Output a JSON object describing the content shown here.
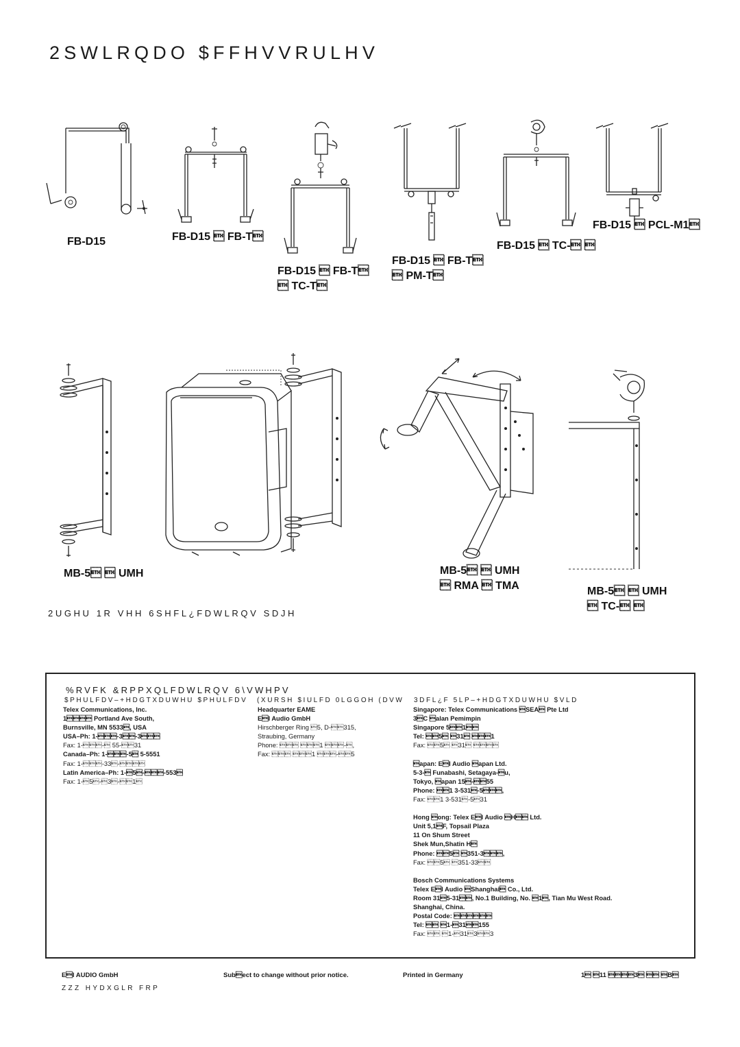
{
  "page": {
    "title": "2SWLRQDO $FFHVVRULHV"
  },
  "top_figures": [
    {
      "label_lines": [
        "FB-D15"
      ]
    },
    {
      "label_lines": [
        "FB-D15 \u0003 FB-T\u0003"
      ]
    },
    {
      "label_lines": [
        "FB-D15 \u0003 FB-T\u0003",
        "\u0003 TC-T\u0003"
      ]
    },
    {
      "label_lines": [
        "FB-D15 \u0003 FB-T\u0003",
        "\u0003 PM-T\u0003"
      ]
    },
    {
      "label_lines": [
        "FB-D15 \u0003 TC-\u0003 \u0003"
      ]
    },
    {
      "label_lines": [
        "FB-D15 \u0003 PCL-M1\u0003"
      ]
    }
  ],
  "bottom_figures": [
    {
      "label_lines": [
        "MB-5\u0003 \u0003 UMH"
      ]
    },
    {
      "label_lines": [
        "MB-5\u0003 \u0003 UMH",
        "\u0003 RMA \u0003 TMA"
      ]
    },
    {
      "label_lines": [
        "MB-5\u0003 \u0003 UMH",
        "\u0003 TC-\u0003 \u0003"
      ]
    }
  ],
  "order_note": "2UGHU 1R VHH 6SHFL¿FDWLRQV SDJH",
  "contacts": {
    "title": "%RVFK &RPPXQLFDWLRQV 6\\VWHPV",
    "regions": {
      "americas": "$PHULFDV–+HDGTXDUWHU $PHULFDV",
      "emea": "(XURSH $IULFD 0LGGOH (DVW",
      "apac": "3DFL¿F 5LP–+HDGTXDUWHU $VLD"
    },
    "americas_lines": [
      {
        "t": "Telex Communications, Inc.",
        "b": true
      },
      {
        "t": "1\u0003\u0003\u0003\u0003 Portland Ave South,",
        "b": true
      },
      {
        "t": "Burnsville, MN 5533\u0003, USA",
        "b": true
      },
      {
        "t": "USA–Ph: 1-\u0003\u0003\u0003-3\u0003\u0003-3\u0003\u0003\u0003",
        "b": true
      },
      {
        "t": "Fax: 1-\u0003\u0003\u0003-\u0003 55-\u0003\u000331",
        "b": false
      },
      {
        "t": "Canada–Ph: 1-\u0003\u0003\u0003-5\u0003 5-5551",
        "b": true
      },
      {
        "t": "Fax: 1-\u0003\u0003\u0003-33\u0003-\u0003\u0003\u0003\u0003",
        "b": false
      },
      {
        "t": "Latin America–Ph: 1-\u00035\u0003-\u0003\u0003\u0003-553\u0003",
        "b": true
      },
      {
        "t": "Fax: 1-\u00035\u0003-\u00033\u0003-\u0003\u00031\u0003",
        "b": false
      }
    ],
    "emea_lines": [
      {
        "t": "Headquarter EAME",
        "b": true
      },
      {
        "t": "E\u0003I Audio GmbH",
        "b": true
      },
      {
        "t": "Hirschberger Ring \u00035, D-\u0003\u0003315,",
        "b": false
      },
      {
        "t": "Straubing, Germany",
        "b": false
      },
      {
        "t": "Phone: \u0003\u0003\u0003 \u0003\u0003\u00031 \u0003\u0003\u0003-\u0003,",
        "b": false
      },
      {
        "t": "Fax: \u0003\u0003\u0003 \u0003\u0003\u00031 \u0003\u0003\u0003-\u0003\u00035",
        "b": false
      }
    ],
    "apac_lines": [
      {
        "t": "Singapore: Telex Communications \u0003SEA\u0003 Pte Ltd",
        "b": true
      },
      {
        "t": "3\u0003C \u0003alan Pemimpin",
        "b": true
      },
      {
        "t": "Singapore 5\u0003\u00031\u0003\u0003",
        "b": true
      },
      {
        "t": "Tel: \u0003\u00035\u0003 \u000331\u0003 \u0003\u0003\u00031",
        "b": true
      },
      {
        "t": "Fax: \u0003\u00035\u0003 \u000331\u0003 \u0003\u0003\u0003\u0003",
        "b": false
      },
      {
        "t": "",
        "b": false
      },
      {
        "t": "\u0003apan: E\u0003I Audio \u0003apan Ltd.",
        "b": true
      },
      {
        "t": "5-3-\u0003 Funabashi, Setagaya-\u0003u,",
        "b": true
      },
      {
        "t": "Tokyo, \u0003apan 15\u0003-\u0003\u000355",
        "b": true
      },
      {
        "t": "Phone: \u0003\u00031 3-531\u0003-5\u0003\u0003\u0003,",
        "b": true
      },
      {
        "t": "Fax: \u0003\u00031 3-531\u0003-5\u000331",
        "b": false
      },
      {
        "t": "",
        "b": false
      },
      {
        "t": "Hong \u0003ong: Telex E\u0003I Audio \u0003H\u0003\u0003 Ltd.",
        "b": true
      },
      {
        "t": "Unit 5,1\u0003F, Topsail Plaza",
        "b": true
      },
      {
        "t": "11 On Shum Street",
        "b": true
      },
      {
        "t": "Shek Mun,Shatin H\u0003",
        "b": true
      },
      {
        "t": "Phone: \u0003\u00035\u0003 \u0003351-3\u0003\u0003\u0003,",
        "b": true
      },
      {
        "t": "Fax: \u0003\u00035\u0003 \u0003351-33\u0003\u0003",
        "b": false
      },
      {
        "t": "",
        "b": false
      },
      {
        "t": "Bosch Communications Systems",
        "b": true
      },
      {
        "t": "Telex E\u0003I Audio \u0003Shanghai\u0003 Co., Ltd.",
        "b": true
      },
      {
        "t": "Room 31\u00035-31\u0003\u0003, No.1 Building, No. \u00031\u0003, Tian Mu West Road.",
        "b": true
      },
      {
        "t": "Shanghai, China.",
        "b": true
      },
      {
        "t": "Postal Code: \u0003\u0003\u0003\u0003\u0003\u0003",
        "b": true
      },
      {
        "t": "Tel: \u0003\u0003 \u00031-\u000331\u0003\u0003155",
        "b": true
      },
      {
        "t": "Fax: \u0003\u0003 \u00031-\u000331\u00033\u0003\u00033",
        "b": false
      }
    ]
  },
  "footer": {
    "company": "E\u0003I AUDIO GmbH",
    "notice": "Sub\u0003ect to change without prior notice.",
    "printed": "Printed in Germany",
    "code": "1\u0003 \u000311 \u0003\u0003\u0003\u00033\u0003 \u0003\u0003 \u0003B\u0003",
    "url": "ZZZ HYDXGLR FRP"
  }
}
